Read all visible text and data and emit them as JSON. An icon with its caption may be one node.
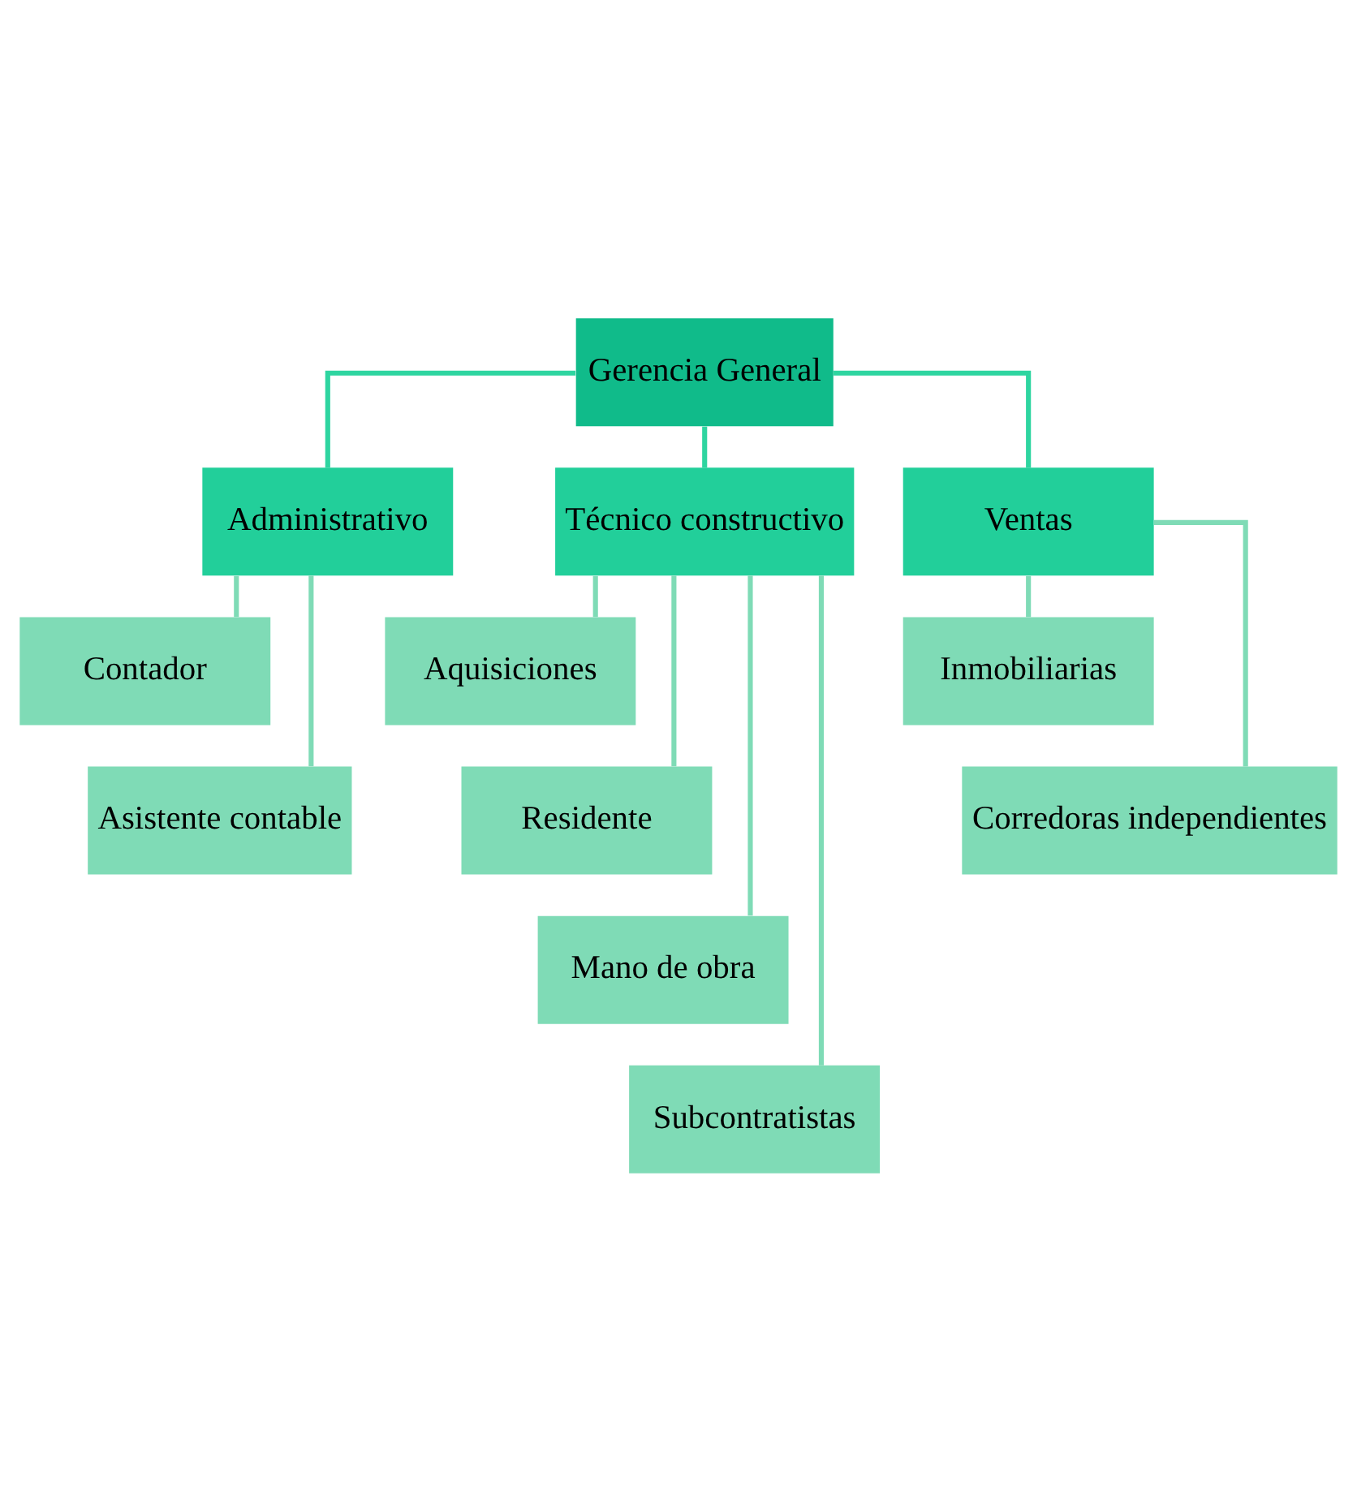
{
  "diagram": {
    "nodes": [
      {
        "text": [
          "Gerencia General"
        ]
      },
      {
        "text": [
          "Administrativo"
        ]
      },
      {
        "text": [
          "Técnico constructivo"
        ]
      },
      {
        "text": [
          "Ventas"
        ]
      },
      {
        "text": [
          "Contador"
        ]
      },
      {
        "text": [
          "Asistente contable"
        ]
      },
      {
        "text": [
          "Aquisiciones"
        ]
      },
      {
        "text": [
          "Residente"
        ]
      },
      {
        "text": [
          "Mano de obra"
        ]
      },
      {
        "text": [
          "Subcontratistas"
        ]
      },
      {
        "text": [
          "Inmobiliarias"
        ]
      },
      {
        "text": [
          "Corredoras independientes"
        ]
      }
    ],
    "edges": [
      {
        "from": 0,
        "to": 1,
        "arrow": "none",
        "color": "#2ed5a0"
      },
      {
        "from": 0,
        "to": 2,
        "arrow": "none",
        "color": "#2ed5a0"
      },
      {
        "from": 0,
        "to": 3,
        "arrow": "none",
        "color": "#2ed5a0"
      },
      {
        "from": 1,
        "to": 4,
        "arrow": "none"
      },
      {
        "from": 1,
        "to": 5,
        "arrow": "none"
      },
      {
        "from": 2,
        "to": 6,
        "arrow": "none"
      },
      {
        "from": 2,
        "to": 7,
        "arrow": "none"
      },
      {
        "from": 2,
        "to": 8,
        "arrow": "none"
      },
      {
        "from": 2,
        "to": 9,
        "arrow": "none"
      },
      {
        "from": 3,
        "to": 10,
        "arrow": "none"
      },
      {
        "from": 3,
        "to": 11,
        "arrow": "none"
      }
    ]
  }
}
